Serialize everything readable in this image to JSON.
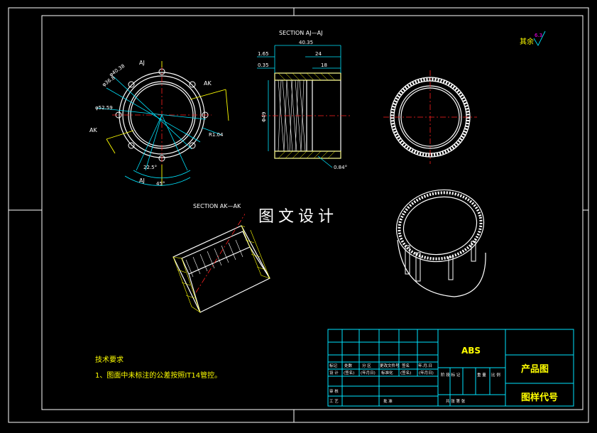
{
  "views": {
    "section_aj_title": "SECTION AJ—AJ",
    "section_ak_title": "SECTION AK—AK",
    "roughness_label": "其余",
    "roughness_value": "6.3",
    "front": {
      "label_aj_top": "AJ",
      "label_ak_right": "AK",
      "label_ak_left": "AK",
      "label_aj_bottom": "AJ",
      "dim_d1": "φ40.38",
      "dim_d2": "φ36.8",
      "dim_d3": "φ52.59",
      "dim_r": "R1.04",
      "dim_angle1": "22.5°",
      "dim_angle2": "45°"
    },
    "section": {
      "dim_total": "40.35",
      "dim_24": "24",
      "dim_18": "18",
      "dim_165": "1.65",
      "dim_035": "0.35",
      "dim_dia": "Φ49",
      "dim_angle": "0.84°"
    }
  },
  "watermark": "图文设计",
  "notes": {
    "title": "技术要求",
    "line1": "1、图面中未标注的公差按照IT14管控。"
  },
  "title_block": {
    "material": "ABS",
    "drawing_name": "产品图",
    "drawing_code": "图样代号",
    "row_mark": [
      "标记",
      "处数",
      "分 区",
      "更改文件号",
      "签名",
      "年.月.日"
    ],
    "row_design": [
      "设 计",
      "(签名)",
      "(年月日)",
      "标准化",
      "(签名)",
      "(年月日)"
    ],
    "row_stages": [
      "阶 段 标 记",
      "重 量",
      "比 例"
    ],
    "row_review": [
      "审 核"
    ],
    "row_process": [
      "工 艺",
      "批 准"
    ],
    "row_sheets": [
      "共 张  第 张"
    ]
  },
  "colors": {
    "background": "#000000",
    "frame": "#ffffff",
    "cyan": "#00e5ff",
    "yellow": "#ffff00",
    "red": "#ff2020",
    "green": "#00e000",
    "magenta": "#ff00ff"
  }
}
